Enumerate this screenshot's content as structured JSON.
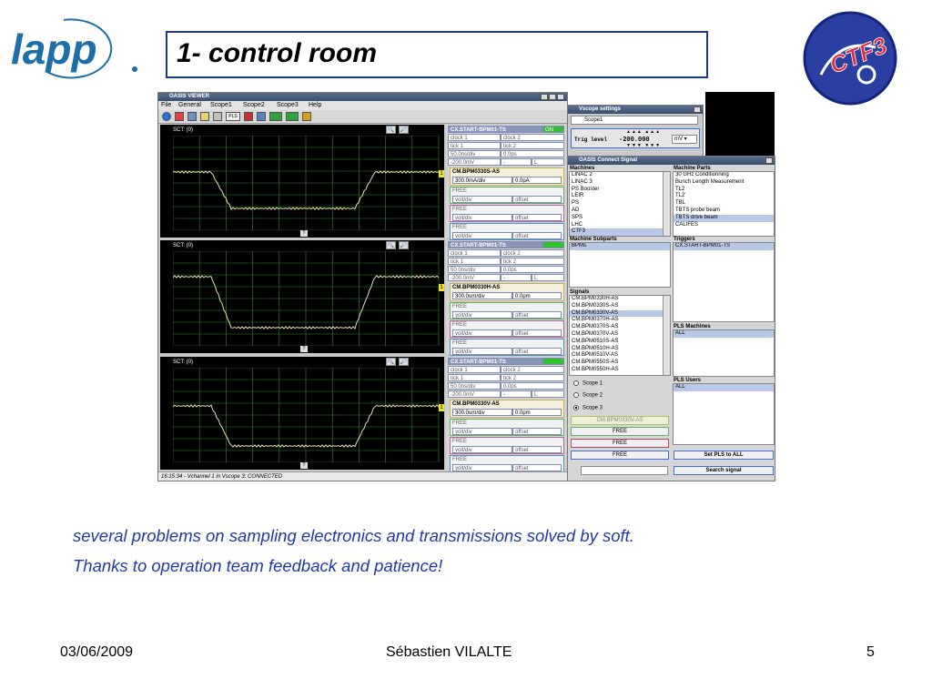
{
  "header": {
    "logo_text": "lapp",
    "title": "1- control room",
    "ctf_logo_text": "CTF3"
  },
  "viewer": {
    "title": "OASIS VIEWER",
    "menu": [
      "File",
      "General",
      "Scope1",
      "Scope2",
      "Scope3",
      "Help"
    ],
    "toolbar_pls": "PLS",
    "scopes": [
      {
        "label": "SCT: (0)",
        "trigger": "CX.START-BPM01-TS",
        "trigger_state": "ON",
        "clock1": "clock 1",
        "clock2": "clock 2",
        "tick1": "tick 1",
        "tick2": "tick 2",
        "time_div": "50.0ns/div",
        "time_offset": "0.0ps",
        "volt_div": "-200.0mV",
        "minus": "-",
        "l": "L",
        "channel": "CM.BPM0330S-AS",
        "ch_div": "300.0mA/div",
        "ch_offset": "0.0pA",
        "free": [
          "FREE",
          "FREE",
          "FREE"
        ],
        "voltdiv": "volt/div",
        "offset": "offset",
        "marker": "1"
      },
      {
        "label": "SCT: (0)",
        "trigger": "CX.START-BPM01-TS",
        "trigger_state": "",
        "clock1": "clock 1",
        "clock2": "clock 2",
        "tick1": "tick 1",
        "tick2": "tick 2",
        "time_div": "50.0ns/div",
        "time_offset": "0.0ps",
        "volt_div": "-200.0mV",
        "minus": "-",
        "l": "L",
        "channel": "CM.BPM0330H-AS",
        "ch_div": "300.0um/div",
        "ch_offset": "0.0pm",
        "free": [
          "FREE",
          "FREE",
          "FREE"
        ],
        "voltdiv": "volt/div",
        "offset": "offset",
        "marker": "1"
      },
      {
        "label": "SCT: (0)",
        "trigger": "CX.START-BPM01-TS",
        "trigger_state": "",
        "clock1": "clock 1",
        "clock2": "clock 2",
        "tick1": "tick 1",
        "tick2": "tick 2",
        "time_div": "50.0ns/div",
        "time_offset": "0.0ps",
        "volt_div": "-200.0mV",
        "minus": "-",
        "l": "L",
        "channel": "CM.BPM0330V-AS",
        "ch_div": "300.0um/div",
        "ch_offset": "0.0pm",
        "free": [
          "FREE",
          "FREE",
          "FREE"
        ],
        "voltdiv": "volt/div",
        "offset": "offset",
        "marker": "1"
      }
    ],
    "status": "16:15:34 - Vchannel 1 in Vscope 3: CONNECTED"
  },
  "settings": {
    "title": "Vscope settings",
    "scope_name": "Scope1",
    "trig_label": "Trig level",
    "trig_value": "-200.000",
    "unit": "mV"
  },
  "connect": {
    "title": "OASIS Connect Signal",
    "machines_label": "Machines",
    "machines": [
      "LINAC 2",
      "LINAC 3",
      "PS Booster",
      "LEIR",
      "PS",
      "AD",
      "SPS",
      "LHC",
      "CTF3"
    ],
    "machine_parts_label": "Machine Parts",
    "machine_parts": [
      "30 GHz Conditionning",
      "Bunch Length Measurement",
      "TL2",
      "TL2'",
      "TBL",
      "TBTS probe beam",
      "TBTS drive beam",
      "CALIFES"
    ],
    "subparts_label": "Machine Subparts",
    "subparts": [
      "BPMs"
    ],
    "triggers_label": "Triggers",
    "triggers": [
      "CX.START-BPM01-TS"
    ],
    "signals_label": "Signals",
    "signals": [
      "CM.BPM0330H-AS",
      "CM.BPM0330S-AS",
      "CM.BPM0330V-AS",
      "CM.BPM0370H-AS",
      "CM.BPM0370S-AS",
      "CM.BPM0370V-AS",
      "CM.BPM0510S-AS",
      "CM.BPM0510H-AS",
      "CM.BPM0510V-AS",
      "CM.BPM0550S-AS",
      "CM.BPM0550H-AS"
    ],
    "pls_machines_label": "PLS Machines",
    "pls_machines": [
      "ALL"
    ],
    "pls_users_label": "PLS Users",
    "pls_users": [
      "ALL"
    ],
    "radios": [
      "Scope 1",
      "Scope 2",
      "Scope 3"
    ],
    "current_signal": "CM.BPM0330V-AS",
    "free_buttons": [
      "FREE",
      "FREE",
      "FREE"
    ],
    "set_pls": "Set PLS to ALL",
    "search": "Search signal"
  },
  "caption": {
    "line1": "several problems on sampling electronics and transmissions solved by soft.",
    "line2": "Thanks to operation team feedback and patience!"
  },
  "footer": {
    "date": "03/06/2009",
    "author": "Sébastien VILALTE",
    "page": "5"
  }
}
